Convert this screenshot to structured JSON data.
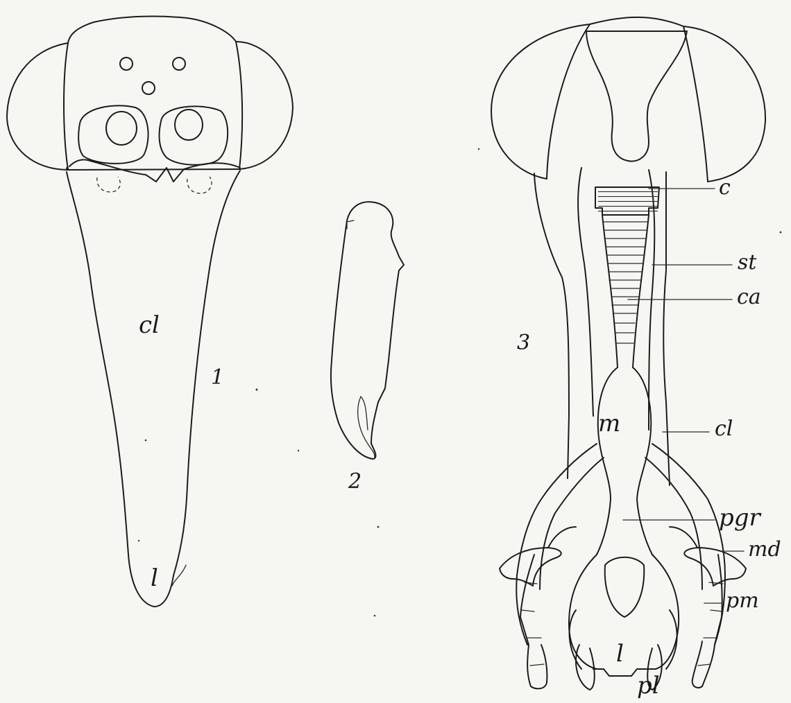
{
  "figures": {
    "fig1": {
      "number": "1",
      "labels": {
        "clypeus": "cl",
        "labrum": "l"
      }
    },
    "fig2": {
      "number": "2"
    },
    "fig3": {
      "number": "3",
      "labels": {
        "c": "c",
        "st": "st",
        "ca": "ca",
        "m": "m",
        "cl": "cl",
        "pgr": "pgr",
        "md": "md",
        "pm": "pm",
        "l": "l",
        "pl": "pl"
      }
    }
  },
  "colors": {
    "ink": "#1c1c1c",
    "paper": "#f6f6f3"
  }
}
